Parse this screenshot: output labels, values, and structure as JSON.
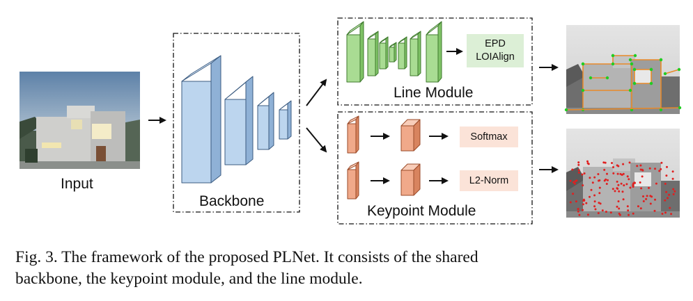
{
  "input": {
    "label": "Input"
  },
  "backbone": {
    "label": "Backbone"
  },
  "line_module": {
    "label": "Line Module",
    "output_label_line1": "EPD",
    "output_label_line2": "LOIAlign"
  },
  "keypoint_module": {
    "label": "Keypoint Module",
    "branch_a_output": "Softmax",
    "branch_b_output": "L2-Norm"
  },
  "caption": {
    "line1": "Fig. 3.   The framework of the proposed PLNet. It consists of the shared",
    "line2": "backbone, the keypoint module, and the line module."
  },
  "colors": {
    "backbone_block": "#bcd5ee",
    "line_block": "#a9dc93",
    "keypoint_block": "#f0a98a",
    "epd_box": "#dcefd6",
    "softmax_box": "#fbe3d8",
    "sky": "#6f8fb0",
    "line_overlay": "#e88a2a",
    "junction": "#22cc22",
    "keypoint_dot": "#e02020"
  }
}
